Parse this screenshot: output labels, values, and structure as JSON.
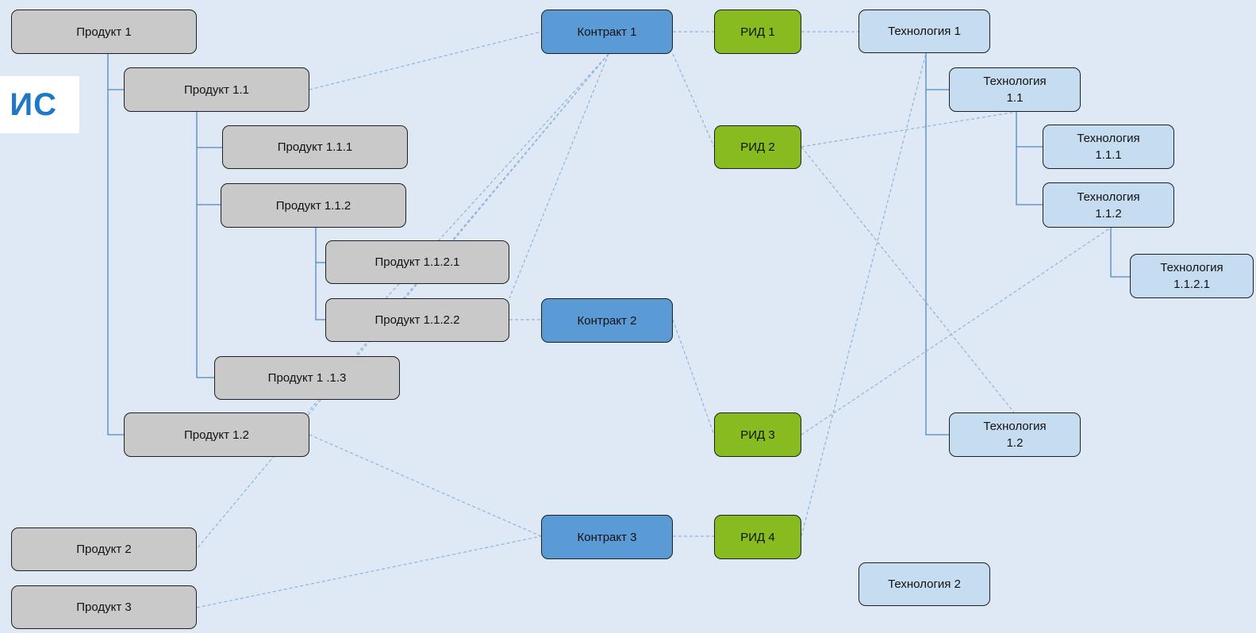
{
  "logo": {
    "text": "ИС"
  },
  "colors": {
    "background": "#dfe9f5",
    "product": "#c9c9c9",
    "contract": "#5b9bd5",
    "rid": "#86bc1f",
    "technology": "#c6dcf1",
    "tree_line": "#4f86c6",
    "link_line": "#8fb3d9"
  },
  "nodes": {
    "p1": "Продукт 1",
    "p11": "Продукт 1.1",
    "p111": "Продукт 1.1.1",
    "p112": "Продукт 1.1.2",
    "p1121": "Продукт 1.1.2.1",
    "p1122": "Продукт 1.1.2.2",
    "p113": "Продукт 1 .1.3",
    "p12": "Продукт 1.2",
    "p2": "Продукт 2",
    "p3": "Продукт 3",
    "c1": "Контракт 1",
    "c2": "Контракт 2",
    "c3": "Контракт 3",
    "r1": "РИД 1",
    "r2": "РИД 2",
    "r3": "РИД 3",
    "r4": "РИД 4",
    "t1": "Технология 1",
    "t11": "Технология\n1.1",
    "t111": "Технология\n1.1.1",
    "t112": "Технология\n1.1.2",
    "t1121": "Технология\n1.1.2.1",
    "t12": "Технология\n1.2",
    "t2": "Технология 2"
  }
}
